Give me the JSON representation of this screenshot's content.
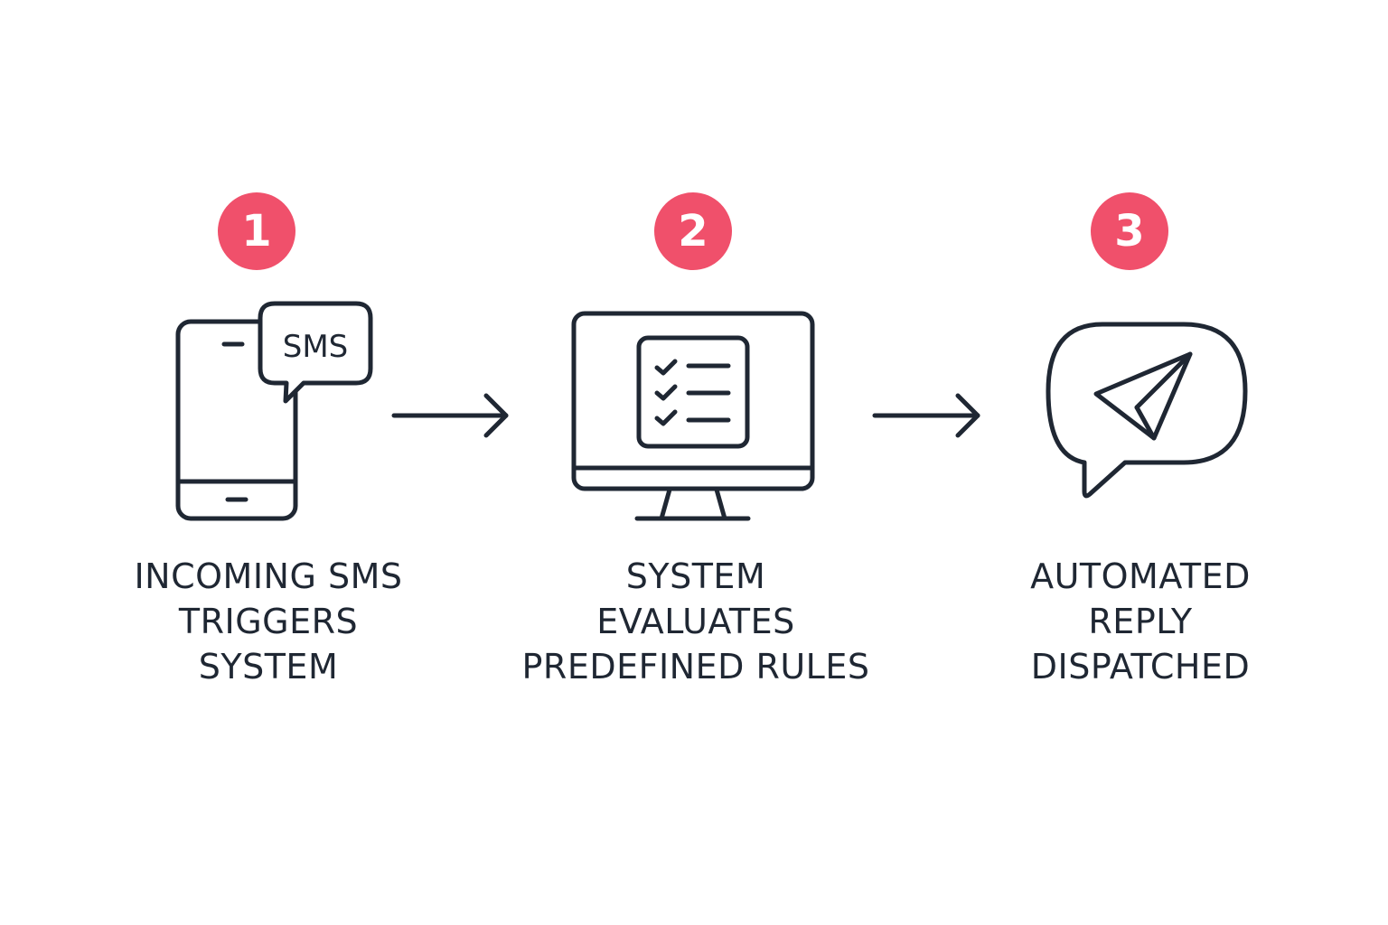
{
  "steps": [
    {
      "number": "1",
      "icon": "phone-sms-icon",
      "badge_text": "SMS",
      "label_lines": [
        "INCOMING SMS",
        "TRIGGERS",
        "SYSTEM"
      ]
    },
    {
      "number": "2",
      "icon": "monitor-checklist-icon",
      "label_lines": [
        "SYSTEM",
        "EVALUATES",
        "PREDEFINED RULES"
      ]
    },
    {
      "number": "3",
      "icon": "chat-paper-plane-icon",
      "label_lines": [
        "AUTOMATED",
        "REPLY",
        "DISPATCHED"
      ]
    }
  ],
  "colors": {
    "accent": "#f0506b",
    "stroke": "#1f2733",
    "background": "#ffffff"
  }
}
